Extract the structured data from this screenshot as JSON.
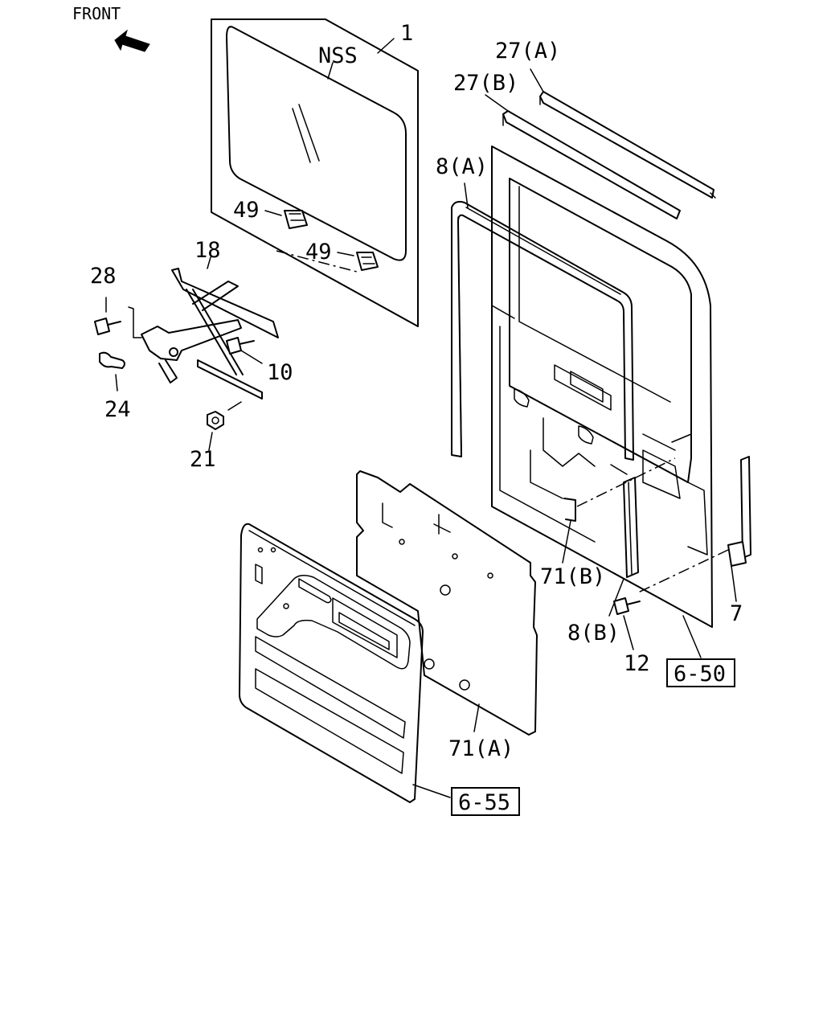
{
  "orientation": {
    "front_label": "FRONT"
  },
  "callouts": {
    "glass": "1",
    "glass_note": "NSS",
    "weatherstrip_outer_a": "27(A)",
    "weatherstrip_outer_b": "27(B)",
    "run_channel_a": "8(A)",
    "run_channel_b": "8(B)",
    "glass_clip_upper": "49",
    "glass_clip_lower": "49",
    "regulator": "18",
    "regulator_bolt": "28",
    "regulator_bolt_10": "10",
    "handle": "24",
    "nut": "21",
    "sealing_cover_b": "71(B)",
    "sealing_cover_a": "71(A)",
    "channel_bolt": "12",
    "lock_rod": "7"
  },
  "reference_boxes": {
    "door_ref": "6-50",
    "trim_ref": "6-55"
  }
}
